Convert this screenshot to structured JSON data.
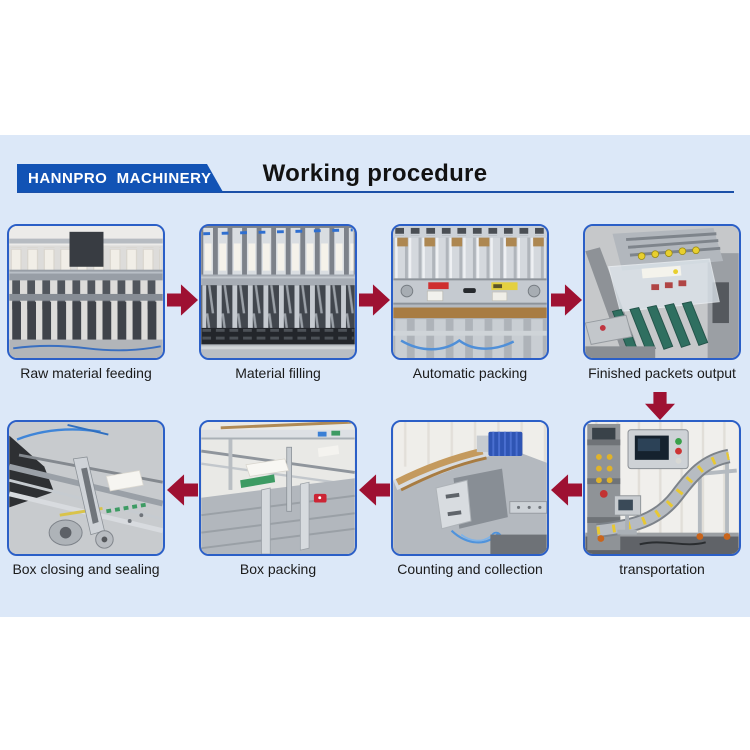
{
  "header": {
    "brand": "HANNPRO  MACHINERY",
    "title": "Working procedure"
  },
  "steps": [
    {
      "order": 1,
      "label": "Raw material feeding",
      "photo_subject": "multi-lane machine with hanging film tubes and sachet strips"
    },
    {
      "order": 2,
      "label": "Material filling",
      "photo_subject": "row of filling tubes above stainless forming chutes"
    },
    {
      "order": 3,
      "label": "Automatic packing",
      "photo_subject": "stainless packing head with warning labels and clear guides"
    },
    {
      "order": 4,
      "label": "Finished packets output",
      "photo_subject": "green output belts under clear acrylic guard"
    },
    {
      "order": 5,
      "label": "transportation",
      "photo_subject": "s-curve climbing conveyor with control panel"
    },
    {
      "order": 6,
      "label": "Counting and collection",
      "photo_subject": "counting station with blue motor and steel deck"
    },
    {
      "order": 7,
      "label": "Box packing",
      "photo_subject": "cartoning machine deck feeding white cartons"
    },
    {
      "order": 8,
      "label": "Box closing and sealing",
      "photo_subject": "sealing arm with roller bearings closing boxes"
    }
  ],
  "flow": {
    "top_row_direction": "left-to-right",
    "bottom_row_direction": "right-to-left",
    "connector": "down arrow from step 4 to step 5"
  },
  "icons": {
    "right_arrow": "solid maroon arrow pointing right",
    "left_arrow": "solid maroon arrow pointing left",
    "down_arrow": "solid maroon arrow pointing down"
  },
  "colors": {
    "page_bg": "#ffffff",
    "band_bg": "#dce8f8",
    "banner_blue": "#1253b5",
    "rule_blue": "#1b50a8",
    "title_text": "#121212",
    "label_text": "#1a1a1a",
    "arrow_maroon": "#9e1132",
    "photo_border": "#2b5fc7"
  }
}
